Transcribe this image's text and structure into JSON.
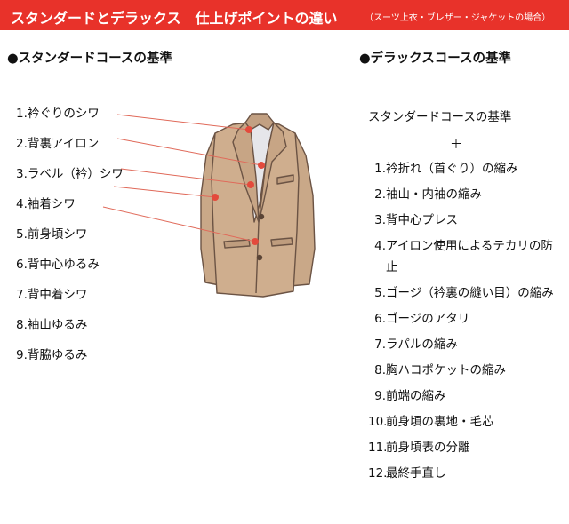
{
  "banner": {
    "title": "スタンダードとデラックス　仕上げポイントの違い",
    "subtitle": "（スーツ上衣・ブレザー・ジャケットの場合）"
  },
  "standard": {
    "heading": "●スタンダードコースの基準",
    "items": [
      "1.衿ぐりのシワ",
      "2.背裏アイロン",
      "3.ラベル（衿）シワ",
      "4.袖着シワ",
      "5.前身頃シワ",
      "6.背中心ゆるみ",
      "7.背中着シワ",
      "8.袖山ゆるみ",
      "9.背脇ゆるみ"
    ]
  },
  "deluxe": {
    "heading": "●デラックスコースの基準",
    "basis": "スタンダードコースの基準",
    "plus": "＋",
    "items": [
      {
        "num": "1.",
        "text": "衿折れ（首ぐり）の縮み"
      },
      {
        "num": "2.",
        "text": "袖山・内袖の縮み"
      },
      {
        "num": "3.",
        "text": "背中心プレス"
      },
      {
        "num": "4.",
        "text": "アイロン使用によるテカリの防止"
      },
      {
        "num": "5.",
        "text": "ゴージ（衿裏の縫い目）の縮み"
      },
      {
        "num": "6.",
        "text": "ゴージのアタリ"
      },
      {
        "num": "7.",
        "text": "ラパルの縮み"
      },
      {
        "num": "8.",
        "text": "胸ハコポケットの縮み"
      },
      {
        "num": "9.",
        "text": "前端の縮み"
      },
      {
        "num": "10.",
        "text": "前身頃の裏地・毛芯"
      },
      {
        "num": "11.",
        "text": "前身頃表の分離"
      },
      {
        "num": "12.",
        "text": "最終手直し"
      }
    ]
  },
  "colors": {
    "banner": "#e8322a",
    "jacket": "#c9a888",
    "pointer": "#e06a5a"
  },
  "illustration": "jacket-icon"
}
